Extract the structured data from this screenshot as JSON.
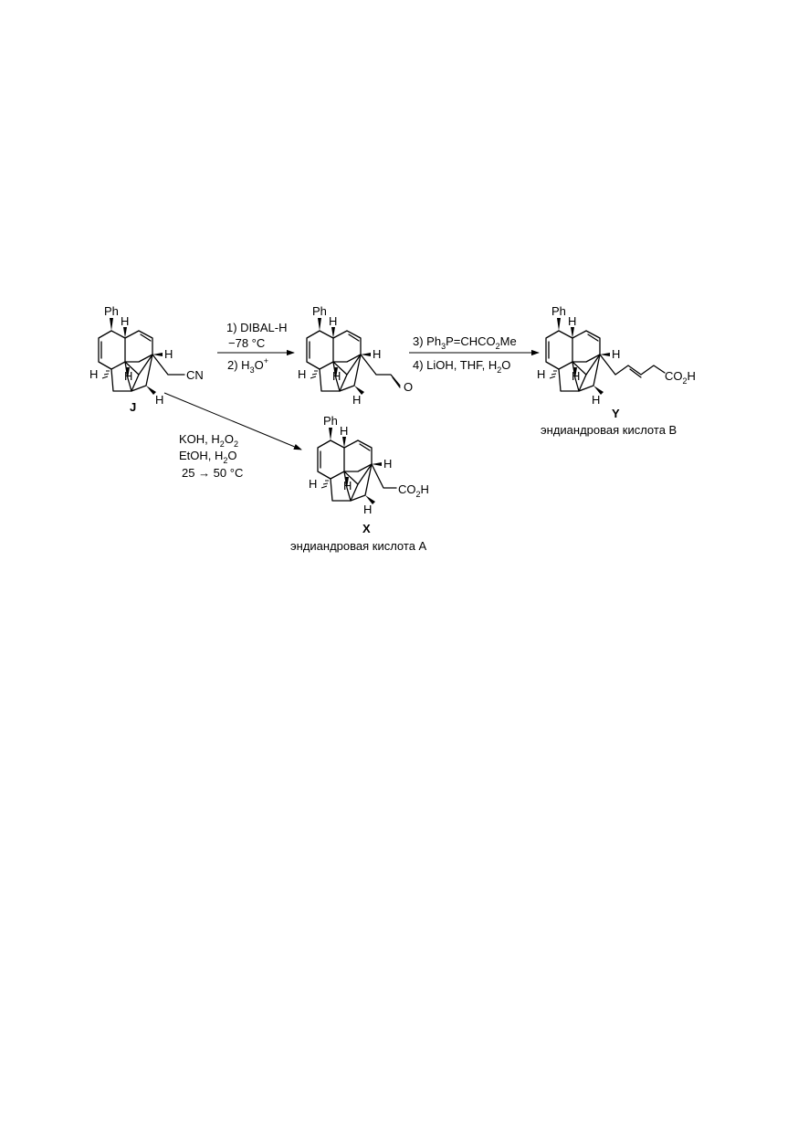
{
  "scheme": {
    "compounds": {
      "J": {
        "label": "J"
      },
      "aldehyde": {
        "label": ""
      },
      "Y": {
        "label": "Y",
        "name": "эндиандровая кислота B"
      },
      "X": {
        "label": "X",
        "name": "эндиандровая кислота A"
      }
    },
    "atoms": {
      "ph": "Ph",
      "h": "H",
      "cn": "CN",
      "o": "O",
      "co2h_main": "CO",
      "co2h_sub": "2",
      "co2h_tail": "H"
    },
    "steps": {
      "step1": {
        "text": "1) DIBAL-H"
      },
      "step1_temp": {
        "text": "−78 °C"
      },
      "step2": {
        "prefix": "2) H",
        "sub": "3",
        "main": "O",
        "sup": "+"
      },
      "step3": {
        "prefix": "3) Ph",
        "sub": "3",
        "mid": "P=CHCO",
        "sub2": "2",
        "tail": "Me"
      },
      "step4": {
        "prefix": "4) LiOH, THF, H",
        "sub": "2",
        "tail": "O"
      },
      "stepX1": {
        "prefix": "KOH, H",
        "sub": "2",
        "mid": "O",
        "sub2": "2"
      },
      "stepX2": {
        "prefix": "EtOH, H",
        "sub": "2",
        "tail": "O"
      },
      "stepX3": {
        "text": "25 → 50 °C"
      }
    }
  }
}
